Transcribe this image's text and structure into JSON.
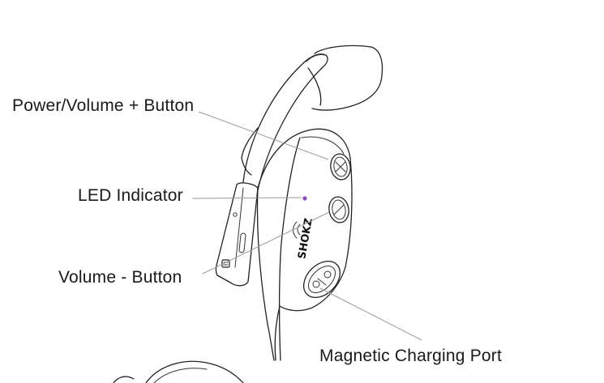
{
  "labels": {
    "power_volume_plus": "Power/Volume + Button",
    "led_indicator": "LED Indicator",
    "volume_minus": "Volume - Button",
    "magnetic_charging_port": "Magnetic Charging Port"
  },
  "device": {
    "brand": "SHOKZ"
  },
  "icons": {
    "plus_button": "plus-button-icon",
    "minus_button": "minus-button-icon",
    "led": "led-dot-icon",
    "charging_port": "magnetic-port-icon"
  },
  "colors": {
    "line": "#222222",
    "leader": "#9a9a9a",
    "led": "#8a4fb8",
    "text": "#1a1a1a"
  }
}
